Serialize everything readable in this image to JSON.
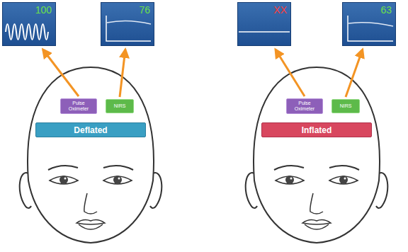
{
  "diagram": {
    "nodes": [
      {
        "text": [
          "100"
        ]
      },
      {
        "text": [
          "76"
        ]
      },
      {
        "text": [
          "XX"
        ]
      },
      {
        "text": [
          "63"
        ]
      },
      {
        "text": [
          "Pulse Oximeter"
        ]
      },
      {
        "text": [
          "NIRS"
        ]
      },
      {
        "text": [
          "Deflated"
        ]
      },
      {
        "text": [
          "Pulse Oximeter"
        ]
      },
      {
        "text": [
          "NIRS"
        ]
      },
      {
        "text": [
          "Inflated"
        ]
      }
    ],
    "edges": [
      {
        "from": 4,
        "to": 0,
        "arrow": "to"
      },
      {
        "from": 5,
        "to": 1,
        "arrow": "to"
      },
      {
        "from": 7,
        "to": 2,
        "arrow": "to"
      },
      {
        "from": 8,
        "to": 3,
        "arrow": "to"
      }
    ]
  }
}
